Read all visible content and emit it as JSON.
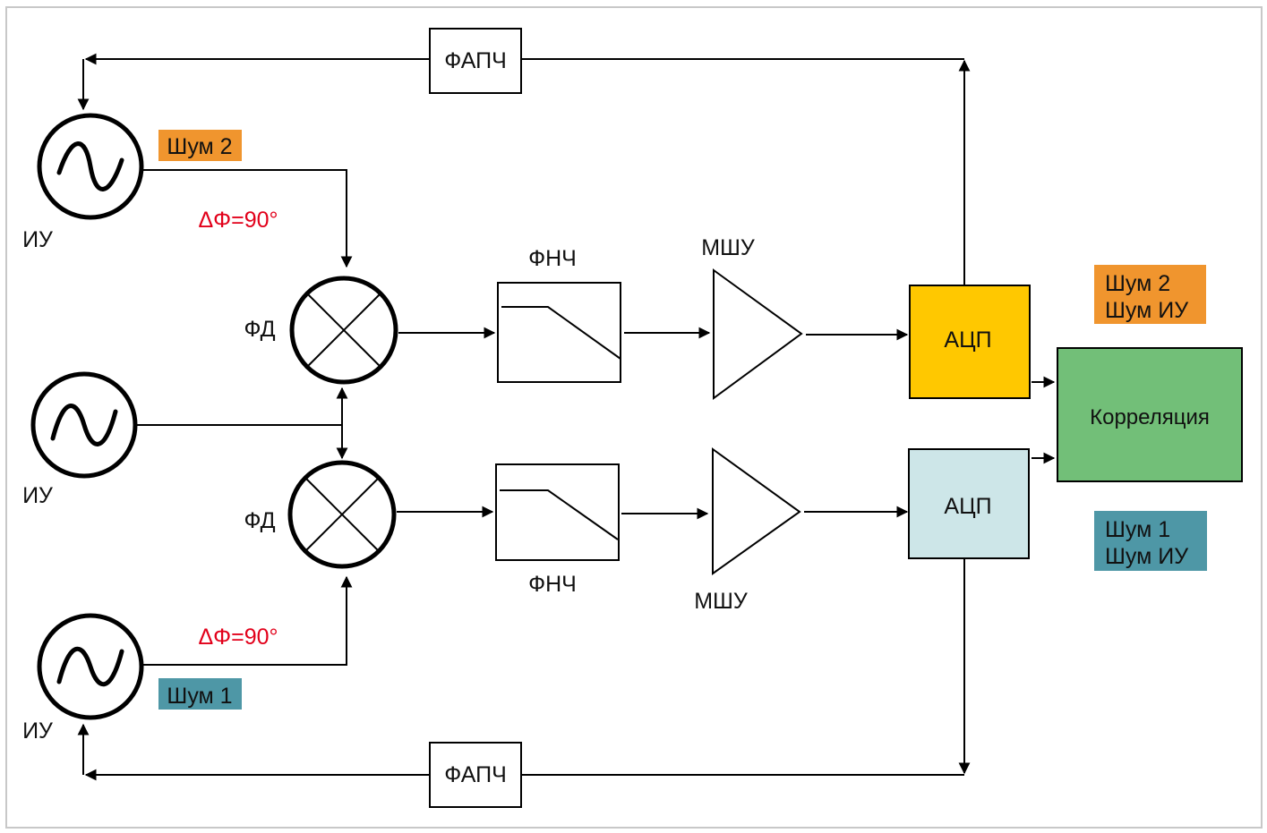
{
  "colors": {
    "orange_tag": "#f0952e",
    "teal_tag": "#4e97a6",
    "adc_top": "#ffc800",
    "adc_bottom": "#cde6e8",
    "correlation": "#72bf78",
    "phase_text": "#e2001a",
    "frame": "#c8c8c8"
  },
  "pll_top": "ФАПЧ",
  "pll_bottom": "ФАПЧ",
  "osc_top": {
    "label": "ИУ",
    "noise": "Шум 2",
    "icon": "sine-wave-icon"
  },
  "osc_mid": {
    "label": "ИУ",
    "icon": "sine-wave-icon"
  },
  "osc_bot": {
    "label": "ИУ",
    "noise": "Шум 1",
    "icon": "sine-wave-icon"
  },
  "phase_top": "ΔΦ=90°",
  "phase_bottom": "ΔΦ=90°",
  "mixer_top": {
    "label": "ФД",
    "icon": "mixer-cross-icon"
  },
  "mixer_bottom": {
    "label": "ФД",
    "icon": "mixer-cross-icon"
  },
  "lpf_top": {
    "label": "ФНЧ",
    "icon": "lowpass-response-icon"
  },
  "lpf_bottom": {
    "label": "ФНЧ",
    "icon": "lowpass-response-icon"
  },
  "lna_top": {
    "label": "МШУ",
    "icon": "amplifier-triangle-icon"
  },
  "lna_bottom": {
    "label": "МШУ",
    "icon": "amplifier-triangle-icon"
  },
  "adc_top": "АЦП",
  "adc_bottom": "АЦП",
  "correlation": "Корреляция",
  "result_top": {
    "line1": "Шум 2",
    "line2": "Шум ИУ"
  },
  "result_bottom": {
    "line1": "Шум 1",
    "line2": "Шум ИУ"
  }
}
